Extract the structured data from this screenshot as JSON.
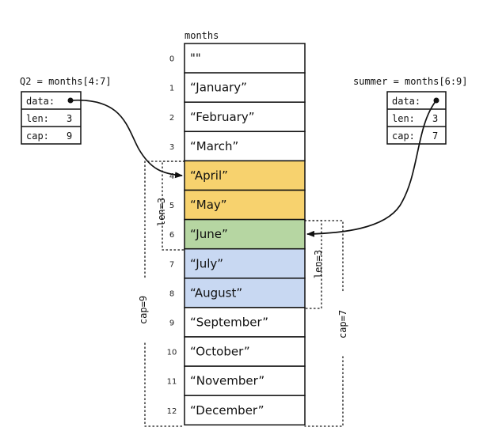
{
  "array_label": "months",
  "cells": [
    {
      "index": "0",
      "value": "\"\"",
      "color": "#ffffff"
    },
    {
      "index": "1",
      "value": "“January”",
      "color": "#ffffff"
    },
    {
      "index": "2",
      "value": "“February”",
      "color": "#ffffff"
    },
    {
      "index": "3",
      "value": "“March”",
      "color": "#ffffff"
    },
    {
      "index": "4",
      "value": "“April”",
      "color": "#f7d26e"
    },
    {
      "index": "5",
      "value": "“May”",
      "color": "#f7d26e"
    },
    {
      "index": "6",
      "value": "“June”",
      "color": "#b6d6a2"
    },
    {
      "index": "7",
      "value": "“July”",
      "color": "#c8d8f2"
    },
    {
      "index": "8",
      "value": "“August”",
      "color": "#c8d8f2"
    },
    {
      "index": "9",
      "value": "“September”",
      "color": "#ffffff"
    },
    {
      "index": "10",
      "value": "“October”",
      "color": "#ffffff"
    },
    {
      "index": "11",
      "value": "“November”",
      "color": "#ffffff"
    },
    {
      "index": "12",
      "value": "“December”",
      "color": "#ffffff"
    }
  ],
  "q2": {
    "title": "Q2 = months[4:7]",
    "data_label": "data:",
    "len_label": "len:",
    "len_value": "3",
    "cap_label": "cap:",
    "cap_value": "9",
    "bracket_len": "len=3",
    "bracket_cap": "cap=9"
  },
  "summer": {
    "title": "summer = months[6:9]",
    "data_label": "data:",
    "len_label": "len:",
    "len_value": "3",
    "cap_label": "cap:",
    "cap_value": "7",
    "bracket_len": "len=3",
    "bracket_cap": "cap=7"
  }
}
